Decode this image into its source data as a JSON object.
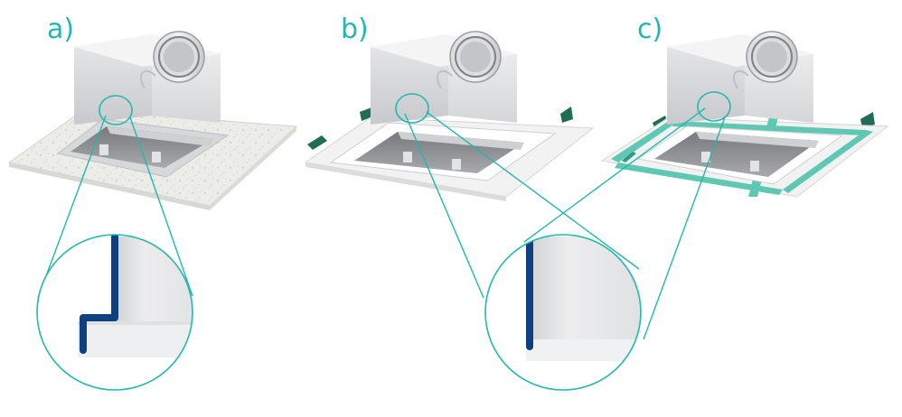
{
  "labels": {
    "a": "a)",
    "b": "b)",
    "c": "c)"
  },
  "colors": {
    "accent_teal": "#22b8ad",
    "profile_blue": "#0e3f80",
    "mount_green": "#1f6d55",
    "frame_teal": "#5fc8b2",
    "housing_light": "#e6e7e9",
    "housing_mid": "#cfd0d3",
    "ceiling_tile": "#ebebe7",
    "inner_shadow": "#8a8b8f"
  },
  "icons": {
    "panel_a": "ceiling-diffuser-in-tile-icon",
    "panel_b": "ceiling-diffuser-with-white-frame-icon",
    "panel_c": "ceiling-diffuser-with-green-frame-icon",
    "detail_a": "edge-profile-flange-detail-icon",
    "detail_bc": "edge-profile-straight-detail-icon"
  }
}
